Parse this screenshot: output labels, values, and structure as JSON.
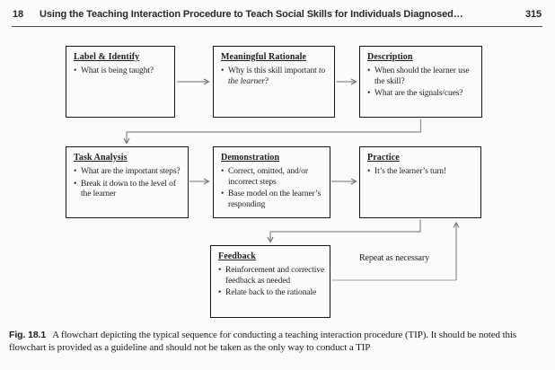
{
  "header": {
    "chapter": "18",
    "title": "Using the Teaching Interaction Procedure to Teach Social Skills for Individuals Diagnosed…",
    "page": "315"
  },
  "flowchart": {
    "boxes": [
      {
        "key": "label-identify",
        "title": "Label & Identify",
        "bullets": [
          [
            "What is being taught?"
          ]
        ]
      },
      {
        "key": "meaningful-rationale",
        "title": "Meaningful Rationale",
        "bullets": [
          [
            "Why is this skill important ",
            {
              "text": "to the learner",
              "italic": true
            },
            "?"
          ]
        ]
      },
      {
        "key": "description",
        "title": "Description",
        "bullets": [
          [
            "When should the learner use the skill?"
          ],
          [
            "What are the signals/cues?"
          ]
        ]
      },
      {
        "key": "task-analysis",
        "title": "Task Analysis",
        "bullets": [
          [
            "What are the important steps?"
          ],
          [
            "Break it down to the level of the learner"
          ]
        ]
      },
      {
        "key": "demonstration",
        "title": "Demonstration",
        "bullets": [
          [
            "Correct, omitted, and/or incorrect steps"
          ],
          [
            "Base model on the learner’s responding"
          ]
        ]
      },
      {
        "key": "practice",
        "title": "Practice",
        "bullets": [
          [
            "It’s the learner’s turn!"
          ]
        ]
      },
      {
        "key": "feedback",
        "title": "Feedback",
        "bullets": [
          [
            "Reinforcement and corrective feedback as needed"
          ],
          [
            "Relate back to the rationale"
          ]
        ]
      }
    ],
    "loop_label": "Repeat as necessary"
  },
  "caption": {
    "label": "Fig. 18.1",
    "text": "A flowchart depicting the typical sequence for conducting a teaching interaction procedure (TIP). It should be noted this flowchart is provided as a guideline and should not be taken as the only way to conduct a TIP"
  },
  "colors": {
    "box_border": "#161616",
    "connector": "#8a8a8a",
    "connector_light": "#bdbdbd",
    "text": "#1c1c1c"
  }
}
